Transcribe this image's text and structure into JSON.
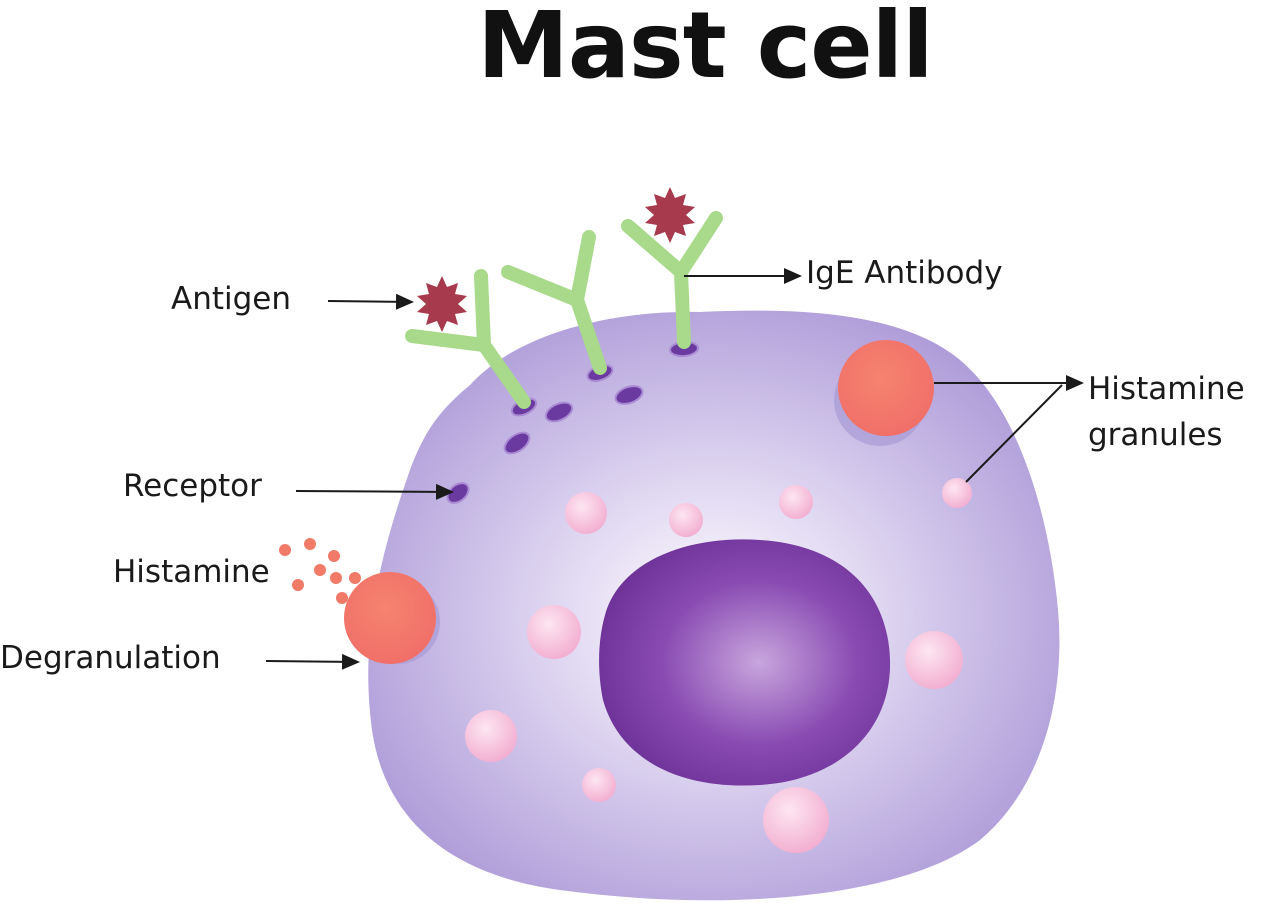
{
  "title": "Mast cell",
  "labels": {
    "antigen": "Antigen",
    "ige_antibody": "IgE Antibody",
    "histamine_granules_line1": "Histamine",
    "histamine_granules_line2": "granules",
    "receptor": "Receptor",
    "histamine": "Histamine",
    "degranulation": "Degranulation"
  },
  "colors": {
    "cytoplasm": "#b7a6db",
    "nucleus": "#7b3fa3",
    "receptor": "#6a3aa0",
    "antibody": "#a9d98a",
    "antigen": "#a83a4e",
    "granule_release": "#ee7a68",
    "granule_internal": "#f6bcd8"
  }
}
